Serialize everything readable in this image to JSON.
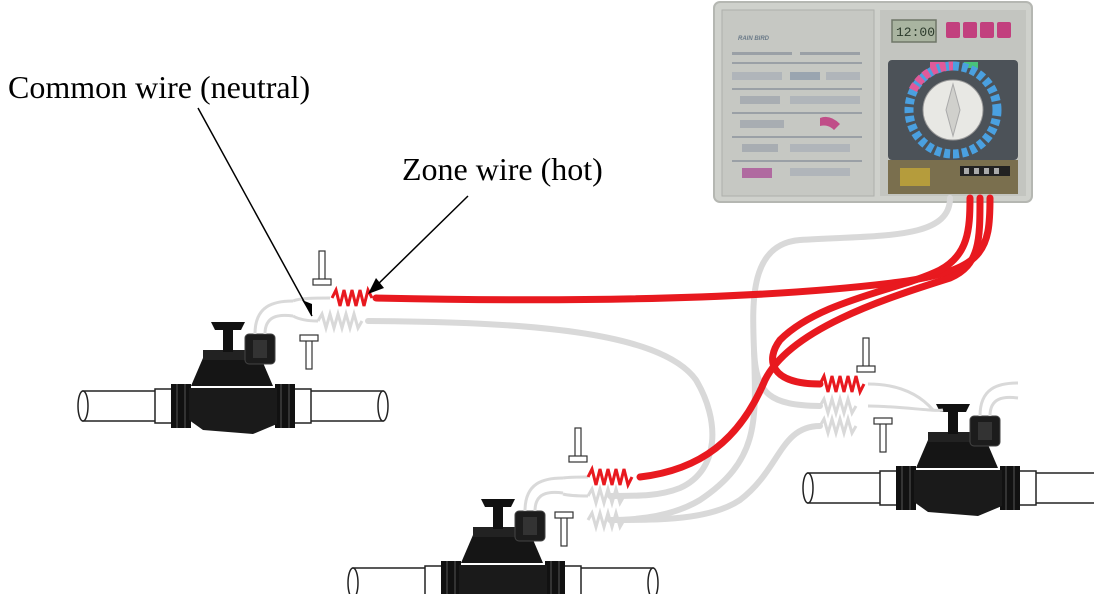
{
  "labels": {
    "common_wire": "Common wire (neutral)",
    "zone_wire": "Zone wire (hot)"
  },
  "controller": {
    "brand_logo_text": "RAIN BIRD",
    "display_readout": "12:00"
  },
  "colors": {
    "zone_wire": "#e8191f",
    "common_wire": "#d9d9d9",
    "valve_body": "#1a1a1a",
    "controller_case": "#c8cac6",
    "dial_ring_pink": "#e05a9a",
    "dial_ring_blue": "#4aa0e0"
  },
  "components": {
    "valves": [
      "valve-1",
      "valve-2",
      "valve-3"
    ],
    "controller": "irrigation-timer"
  }
}
